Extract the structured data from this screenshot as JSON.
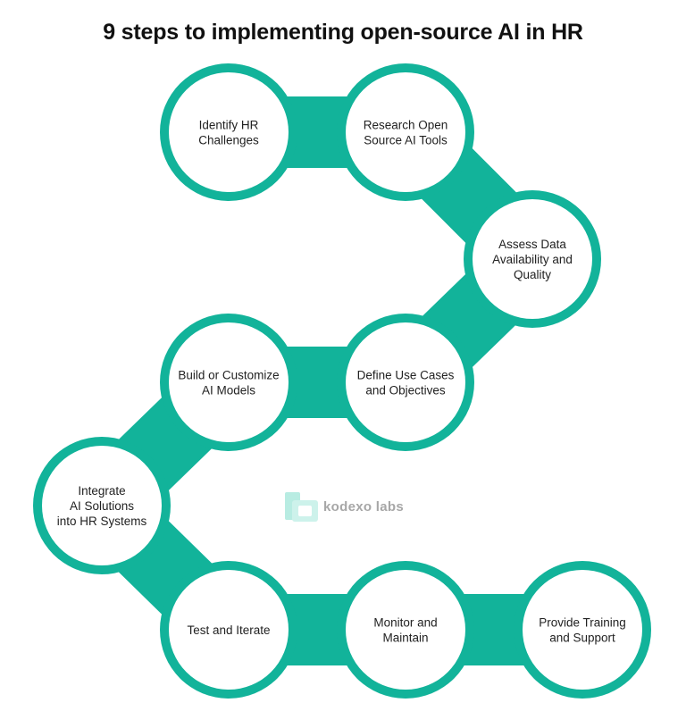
{
  "title": "9 steps to implementing open-source AI in HR",
  "colors": {
    "accent": "#12b39a",
    "circle_fill": "#ffffff",
    "text": "#222222",
    "watermark": "#b8ece2"
  },
  "steps": [
    {
      "lines": [
        "Identify HR",
        "Challenges"
      ]
    },
    {
      "lines": [
        "Research Open",
        "Source AI Tools"
      ]
    },
    {
      "lines": [
        "Assess Data",
        "Availability and",
        "Quality"
      ]
    },
    {
      "lines": [
        "Define Use Cases",
        "and Objectives"
      ]
    },
    {
      "lines": [
        "Build or Customize",
        "AI Models"
      ]
    },
    {
      "lines": [
        "Integrate",
        "AI Solutions",
        "into HR Systems"
      ]
    },
    {
      "lines": [
        "Test and Iterate"
      ]
    },
    {
      "lines": [
        "Monitor and",
        "Maintain"
      ]
    },
    {
      "lines": [
        "Provide Training",
        "and Support"
      ]
    }
  ],
  "watermark": {
    "text": "kodexo labs",
    "icon": "kodexo-logo-icon"
  }
}
